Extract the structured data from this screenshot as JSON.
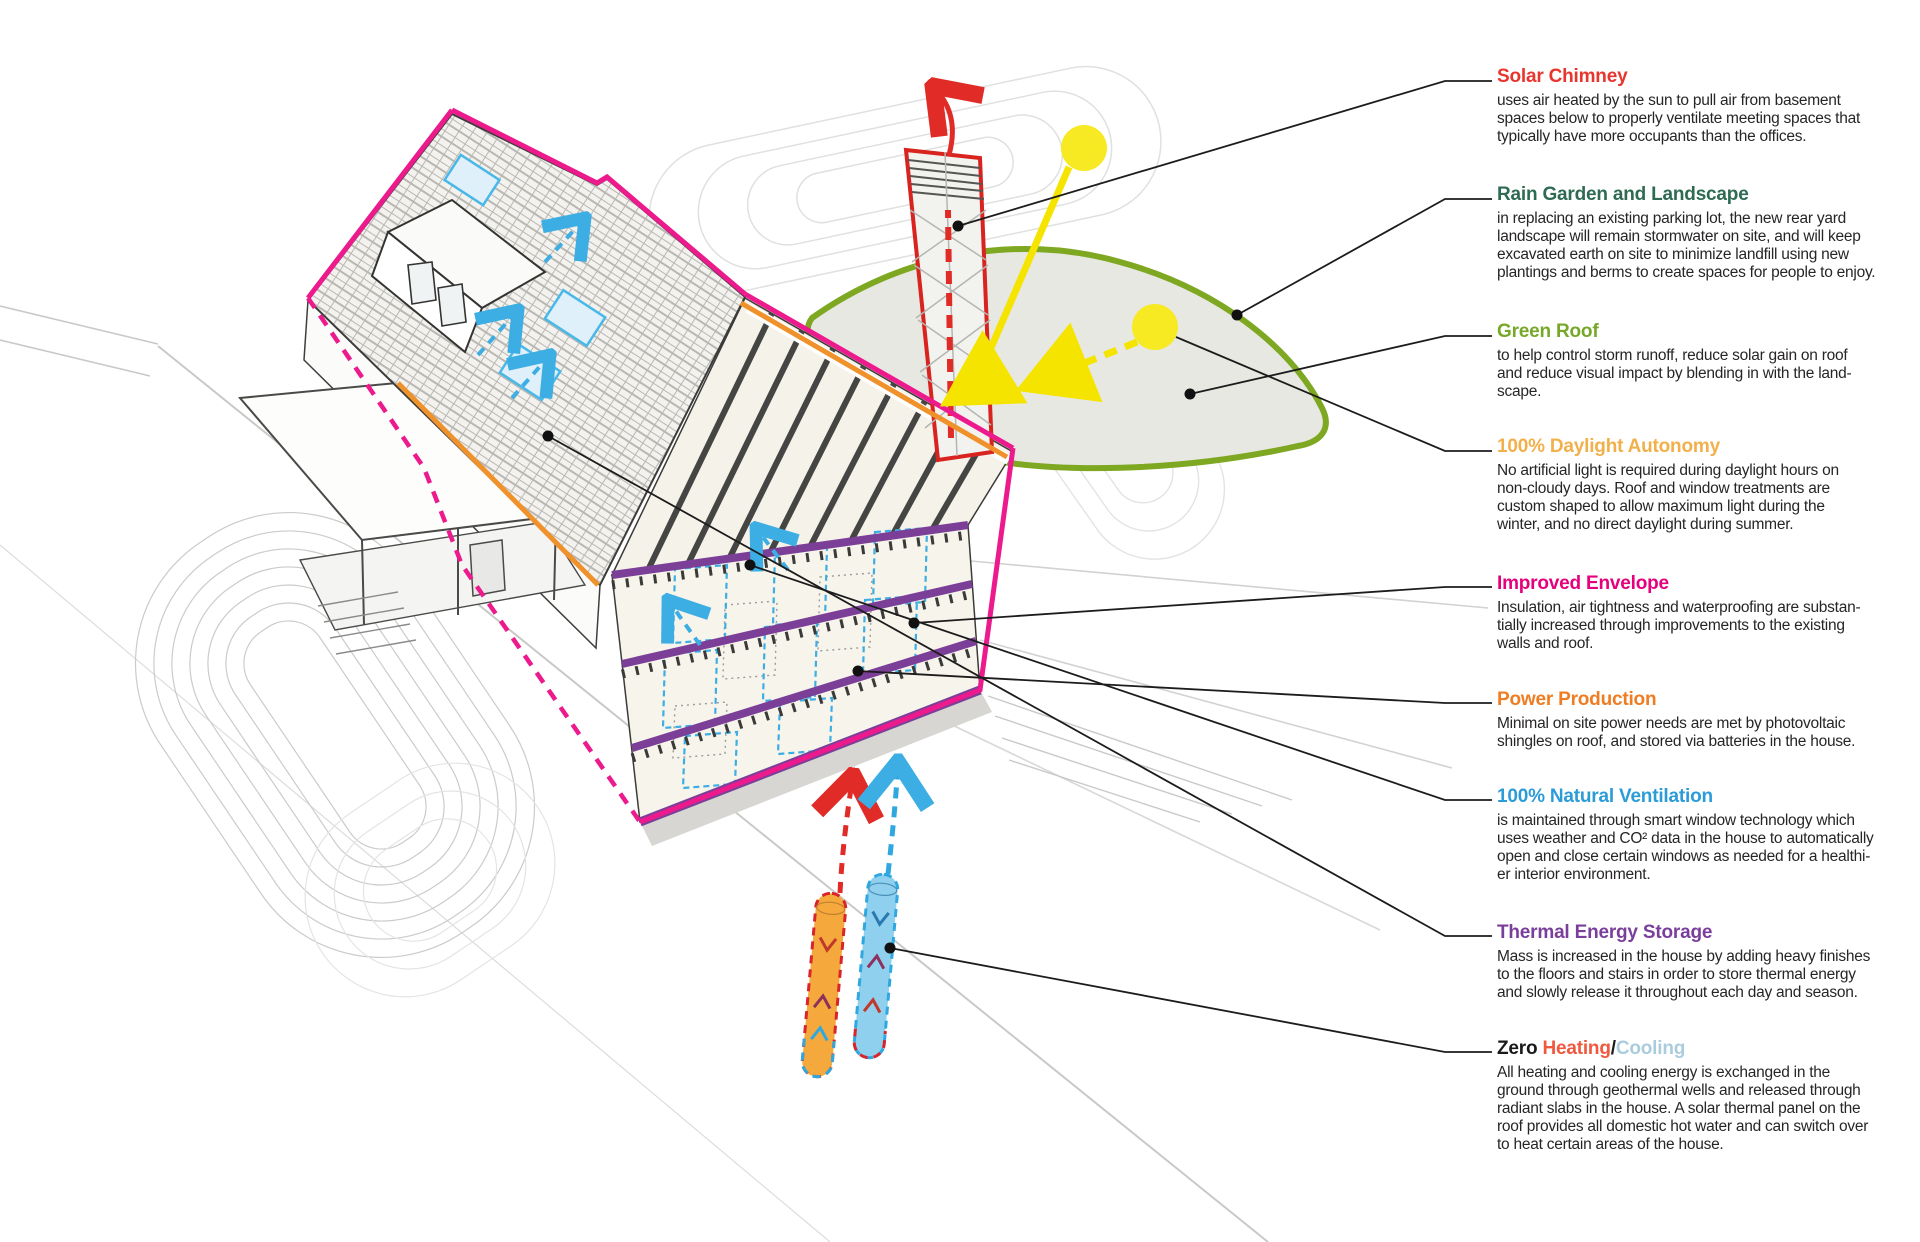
{
  "diagram": {
    "type": "architectural-sustainability-diagram",
    "subject": "cutaway axonometric house with deep-energy-retrofit systems",
    "palette": {
      "solar_chimney_red": "#e8352e",
      "rain_garden_green": "#2e6b52",
      "green_roof_green": "#77a829",
      "daylight_yellow": "#f2b04b",
      "envelope_magenta": "#ec1a8c",
      "power_orange": "#ee7d23",
      "ventilation_blue": "#2b9cd8",
      "thermal_purple": "#7a3f9c",
      "heating_red_orange": "#f0593f",
      "cooling_light_blue": "#abccdd",
      "sun_yellow": "#f7e922",
      "leader_black": "#1c1c1c",
      "leaf_border_green": "#7fa822",
      "geothermal_supply_orange": "#f5a93c",
      "geothermal_return_blue": "#8fd0ee"
    },
    "figures": [
      "solar-chimney-tower",
      "cutaway-house",
      "dormer",
      "skylights",
      "green-roof-leaf",
      "sun-1",
      "sun-2",
      "rain-garden-contours",
      "geothermal-well-warm",
      "geothermal-well-cool",
      "porch",
      "driveway-loop"
    ]
  },
  "annotations": {
    "blocks": [
      {
        "id": "solar-chimney",
        "title": "Solar Chimney",
        "color": "#e8352e",
        "body_lines": [
          "uses air heated by the sun to pull air from basement",
          "spaces below to properly ventilate meeting spaces that",
          "typically have more occupants than the offices."
        ]
      },
      {
        "id": "rain-garden",
        "title": "Rain Garden and Landscape",
        "color": "#2e6b52",
        "body_lines": [
          "in replacing an existing parking lot, the new rear yard",
          "landscape will remain stormwater on site, and will keep",
          "excavated earth on site to minimize landfill using new",
          "plantings and berms to create spaces for people to enjoy."
        ]
      },
      {
        "id": "green-roof",
        "title": "Green Roof",
        "color": "#77a829",
        "body_lines": [
          "to help control storm runoff, reduce solar gain on roof",
          "and reduce visual impact by blending in with the land-",
          "scape."
        ]
      },
      {
        "id": "daylight-autonomy",
        "title": "100% Daylight Autonomy",
        "color": "#f2b04b",
        "body_lines": [
          "No artificial light is required during daylight hours on",
          "non-cloudy days. Roof and window treatments are",
          "custom shaped to allow maximum light during the",
          "winter, and no direct daylight during summer."
        ]
      },
      {
        "id": "improved-envelope",
        "title": "Improved Envelope",
        "color": "#e5007d",
        "body_lines": [
          "Insulation, air tightness and waterproofing are substan-",
          "tially increased through improvements to the existing",
          "walls and roof."
        ]
      },
      {
        "id": "power-production",
        "title": "Power Production",
        "color": "#ee7d23",
        "body_lines": [
          "Minimal on site power needs are met by photovoltaic",
          "shingles on roof, and stored via batteries in the house."
        ]
      },
      {
        "id": "natural-ventilation",
        "title": "100% Natural Ventilation",
        "color": "#2b9cd8",
        "body_lines": [
          "is maintained through smart window technology which",
          "uses weather and CO² data in the house to automatically",
          "open and close certain windows as needed for a healthi-",
          "er interior environment."
        ]
      },
      {
        "id": "thermal-energy-storage",
        "title": "Thermal Energy Storage",
        "color": "#7a3f9c",
        "body_lines": [
          "Mass is increased in the house by adding heavy finishes",
          "to the floors and stairs in order to store thermal energy",
          "and slowly release it throughout each day and season."
        ]
      },
      {
        "id": "zero-heating-cooling",
        "title_parts": [
          {
            "text": "Zero ",
            "color": "#1a1a1a"
          },
          {
            "text": "Heating",
            "color": "#f0593f"
          },
          {
            "text": "/",
            "color": "#1a1a1a"
          },
          {
            "text": "Cooling",
            "color": "#abccdd"
          }
        ],
        "body_lines": [
          "All heating and cooling energy is exchanged in the",
          "ground through geothermal wells and released through",
          "radiant slabs in the house. A solar thermal panel on the",
          "roof provides all domestic hot water and can switch over",
          "to heat certain areas of the house."
        ]
      }
    ]
  }
}
